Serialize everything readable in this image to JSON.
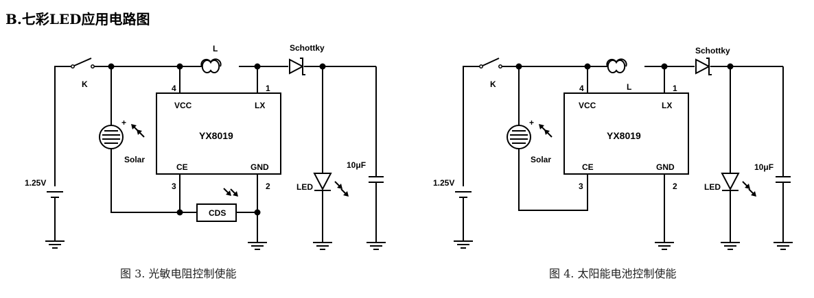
{
  "heading": "B.七彩LED应用电路图",
  "figures": [
    {
      "caption": "图 3.  光敏电阻控制使能",
      "ic_name": "YX8019",
      "pins": {
        "vcc": "VCC",
        "lx": "LX",
        "ce": "CE",
        "gnd": "GND",
        "n4": "4",
        "n1": "1",
        "n3": "3",
        "n2": "2"
      },
      "labels": {
        "switch": "K",
        "inductor": "L",
        "diode": "Schottky",
        "solar": "Solar",
        "plus": "+",
        "battery": "1.25V",
        "led": "LED",
        "cap": "10μF",
        "cds": "CDS"
      }
    },
    {
      "caption": "图 4.  太阳能电池控制使能",
      "ic_name": "YX8019",
      "pins": {
        "vcc": "VCC",
        "lx": "LX",
        "ce": "CE",
        "gnd": "GND",
        "n4": "4",
        "n1": "1",
        "n3": "3",
        "n2": "2"
      },
      "labels": {
        "switch": "K",
        "inductor": "L",
        "diode": "Schottky",
        "solar": "Solar",
        "plus": "+",
        "battery": "1.25V",
        "led": "LED",
        "cap": "10μF"
      }
    }
  ]
}
